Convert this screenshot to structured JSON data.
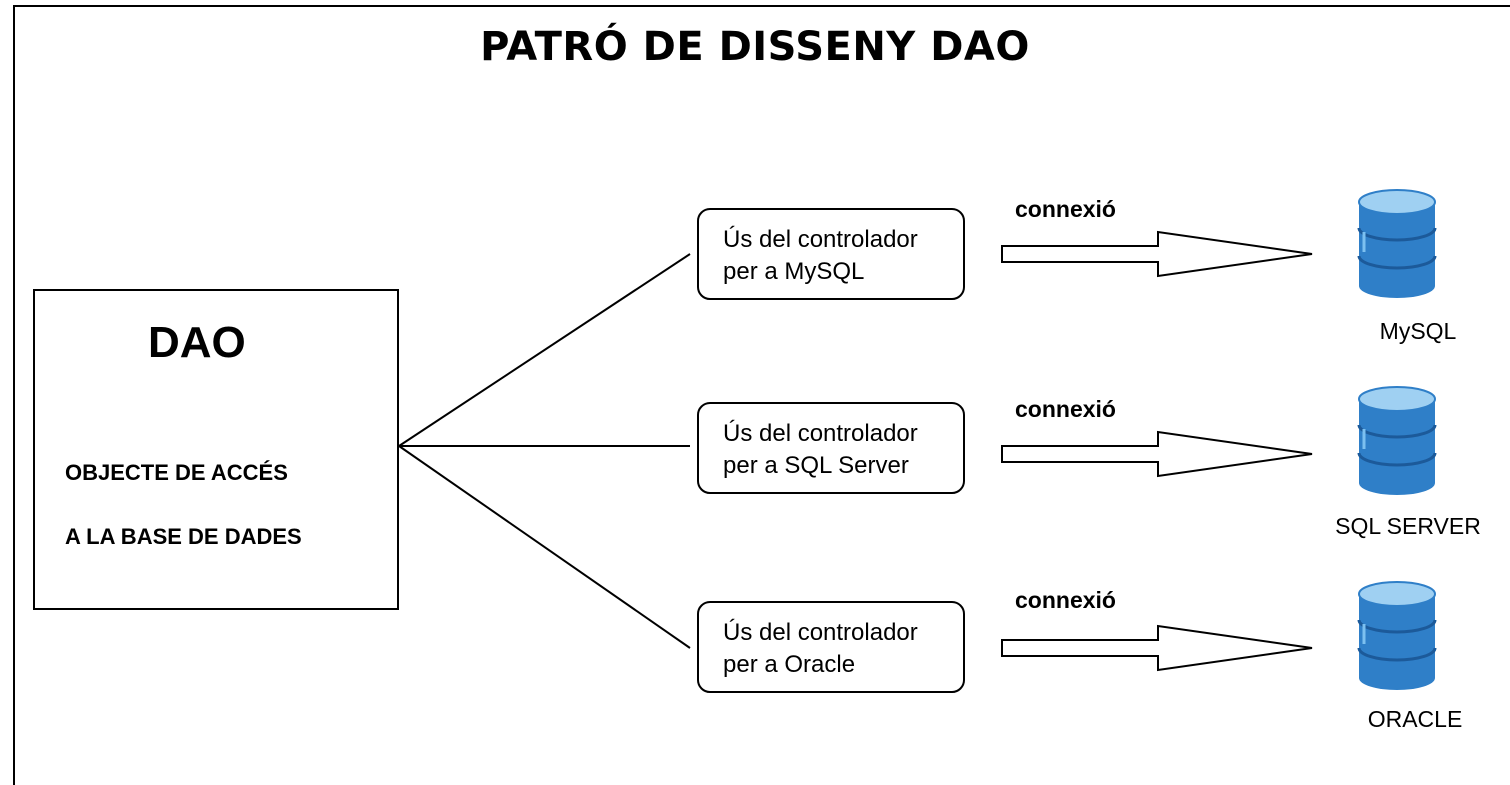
{
  "title": "PATRÓ DE DISSENY DAO",
  "dao": {
    "title": "DAO",
    "line1": "OBJECTE DE ACCÉS",
    "line2": "A LA BASE DE DADES"
  },
  "controllers": [
    {
      "line1": "Ús del controlador",
      "line2": "per a MySQL"
    },
    {
      "line1": "Ús del controlador",
      "line2": "per a SQL Server"
    },
    {
      "line1": "Ús del controlador",
      "line2": "per a Oracle"
    }
  ],
  "connections": [
    "connexió",
    "connexió",
    "connexió"
  ],
  "databases": [
    {
      "label": "MySQL",
      "icon": "database-icon"
    },
    {
      "label": "SQL SERVER",
      "icon": "database-icon"
    },
    {
      "label": "ORACLE",
      "icon": "database-icon"
    }
  ],
  "colors": {
    "db_top": "#9fd0f2",
    "db_body": "#2f7fc8",
    "db_dark": "#1c5a9a"
  }
}
